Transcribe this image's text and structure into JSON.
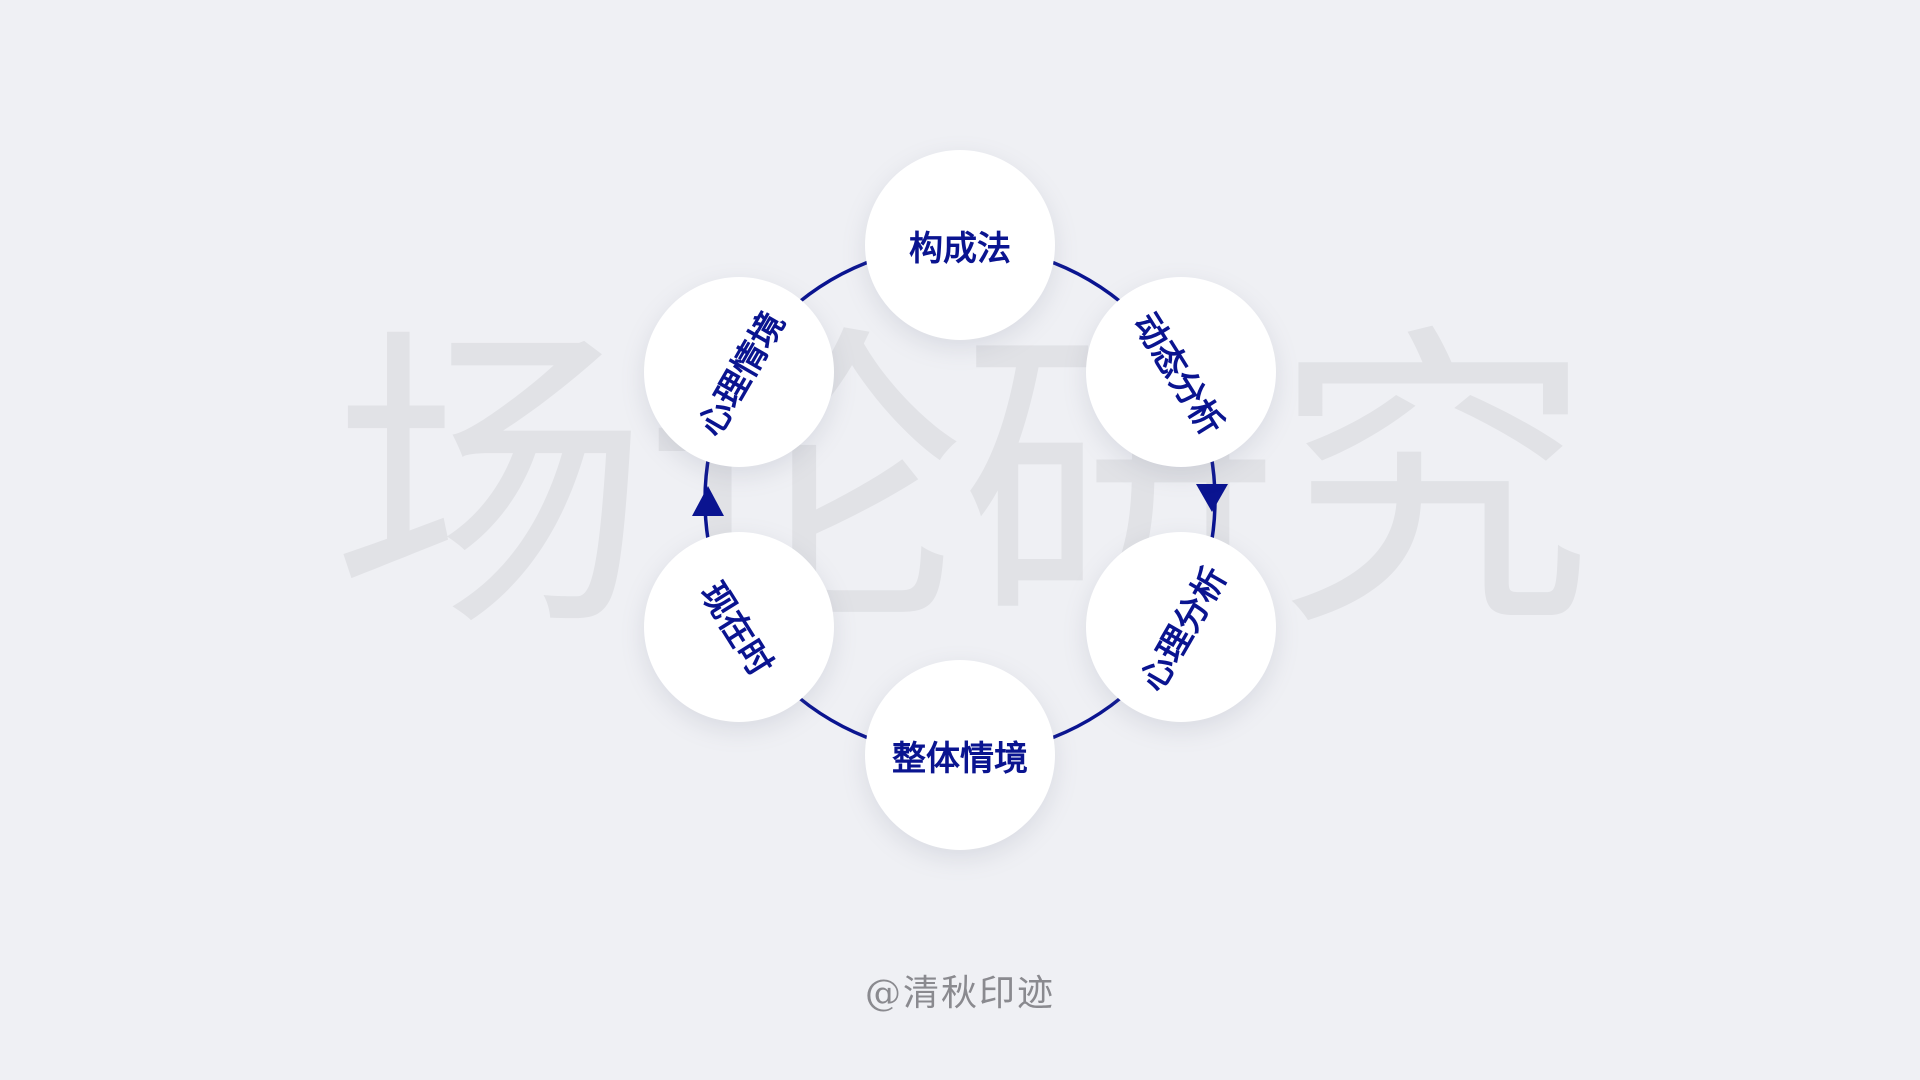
{
  "watermark": "场论研究",
  "nodes": [
    {
      "label": "构成法"
    },
    {
      "label": "动态分析"
    },
    {
      "label": "心理分析"
    },
    {
      "label": "整体情境"
    },
    {
      "label": "现在时"
    },
    {
      "label": "心理情境"
    }
  ],
  "footer": "@清秋印迹",
  "colors": {
    "accent": "#0a1490",
    "background": "#eff0f4",
    "watermark": "#e1e2e6"
  }
}
